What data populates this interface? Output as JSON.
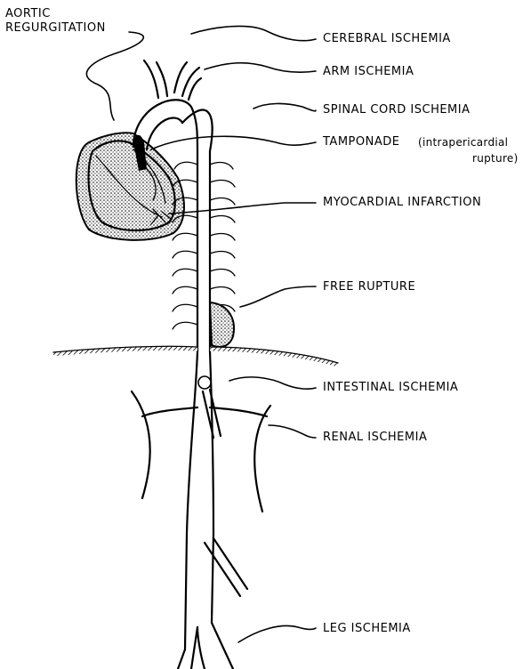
{
  "labels": {
    "aortic_regurgitation_line1": "AORTIC",
    "aortic_regurgitation_line2": "REGURGITATION",
    "cerebral_ischemia": "CEREBRAL  ISCHEMIA",
    "arm_ischemia": "ARM  ISCHEMIA",
    "spinal_cord_ischemia": "SPINAL  CORD  ISCHEMIA",
    "tamponade": "TAMPONADE",
    "tamponade_note_line1": "(intrapericardial",
    "tamponade_note_line2": "rupture)",
    "myocardial_infarction": "MYOCARDIAL  INFARCTION",
    "free_rupture": "FREE  RUPTURE",
    "intestinal_ischemia": "INTESTINAL  ISCHEMIA",
    "renal_ischemia": "RENAL  ISCHEMIA",
    "leg_ischemia": "LEG  ISCHEMIA"
  }
}
